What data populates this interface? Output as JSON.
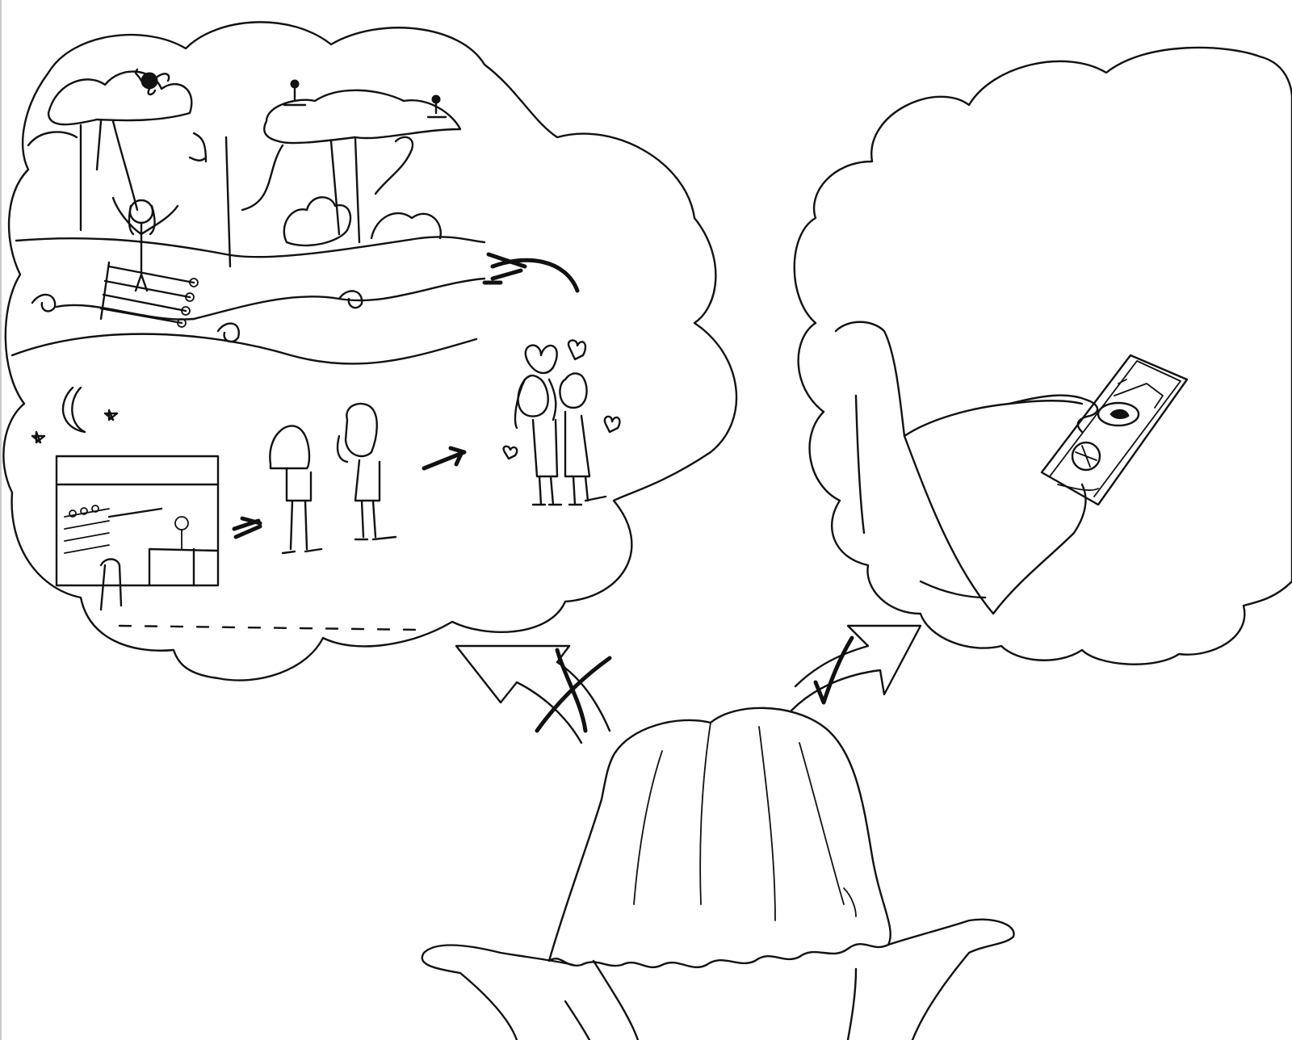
{
  "scene": {
    "ink_color": "#111111",
    "paper_color": "#ffffff",
    "left_thought": "romantic-dream",
    "right_thought": "pizza-delivery-phone",
    "left_mark": "cross",
    "right_mark": "check"
  }
}
